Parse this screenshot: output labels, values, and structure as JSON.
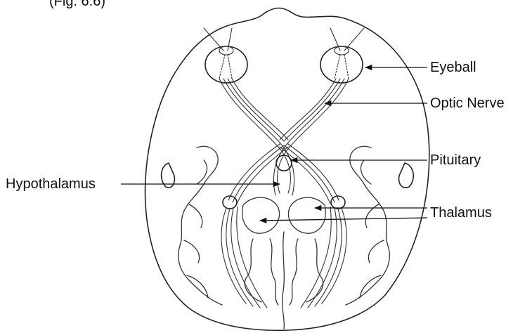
{
  "caption_fragment": "(Fig. 6.6)",
  "labels": {
    "eyeball": "Eyeball",
    "optic_nerve": "Optic Nerve",
    "pituitary": "Pituitary",
    "hypothalamus": "Hypothalamus",
    "thalamus": "Thalamus"
  },
  "colors": {
    "ink": "#222222",
    "background": "#ffffff"
  }
}
